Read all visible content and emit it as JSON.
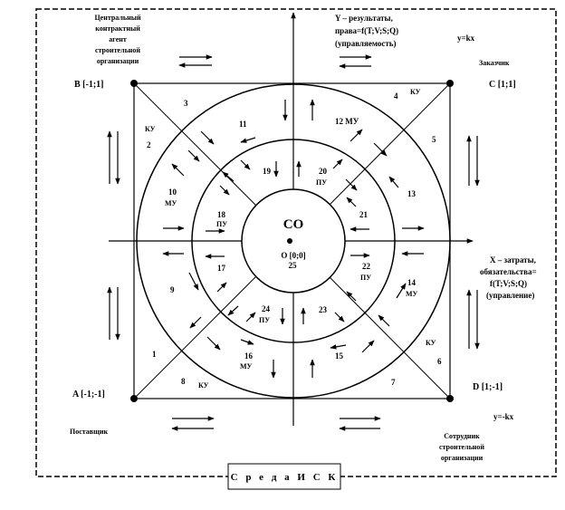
{
  "environment_label": "С р е д а   И С К",
  "center": {
    "title": "СО",
    "origin": "O [0;0]",
    "number": "25"
  },
  "corners": {
    "B": "B [-1;1]",
    "C": "C [1;1]",
    "A": "A [-1;-1]",
    "D": "D [1;-1]"
  },
  "axes": {
    "y_line1": "Y – результаты,",
    "y_line2": "права=f(T;V;S;Q)",
    "y_line3": "(управляемость)",
    "x_line1": "X – затраты,",
    "x_line2": "обязательства=",
    "x_line3": "f(T;V;S;Q)",
    "x_line4": "(управление)",
    "diag_pos": "y=kx",
    "diag_neg": "y=-kx"
  },
  "roles": {
    "agent_1": "Центральный",
    "agent_2": "контрактный",
    "agent_3": "агент",
    "agent_4": "строительной",
    "agent_5": "организации",
    "customer": "Заказчик",
    "supplier": "Поставщик",
    "employee_1": "Сотрудник",
    "employee_2": "строительной",
    "employee_3": "организации"
  },
  "zones": {
    "n1": "1",
    "n2": "2",
    "n3": "3",
    "n4": "4",
    "n5": "5",
    "n6": "6",
    "n7": "7",
    "n8": "8",
    "n9": "9",
    "n10": "10",
    "n11": "11",
    "n12": "12 МУ",
    "n13": "13",
    "n14": "14",
    "n15": "15",
    "n16": "16",
    "n17": "17",
    "n18": "18",
    "n19": "19",
    "n20": "20",
    "n21": "21",
    "n22": "22",
    "n23": "23",
    "n24": "24"
  },
  "controls": {
    "ku": "КУ",
    "mu": "МУ",
    "pu": "ПУ"
  }
}
